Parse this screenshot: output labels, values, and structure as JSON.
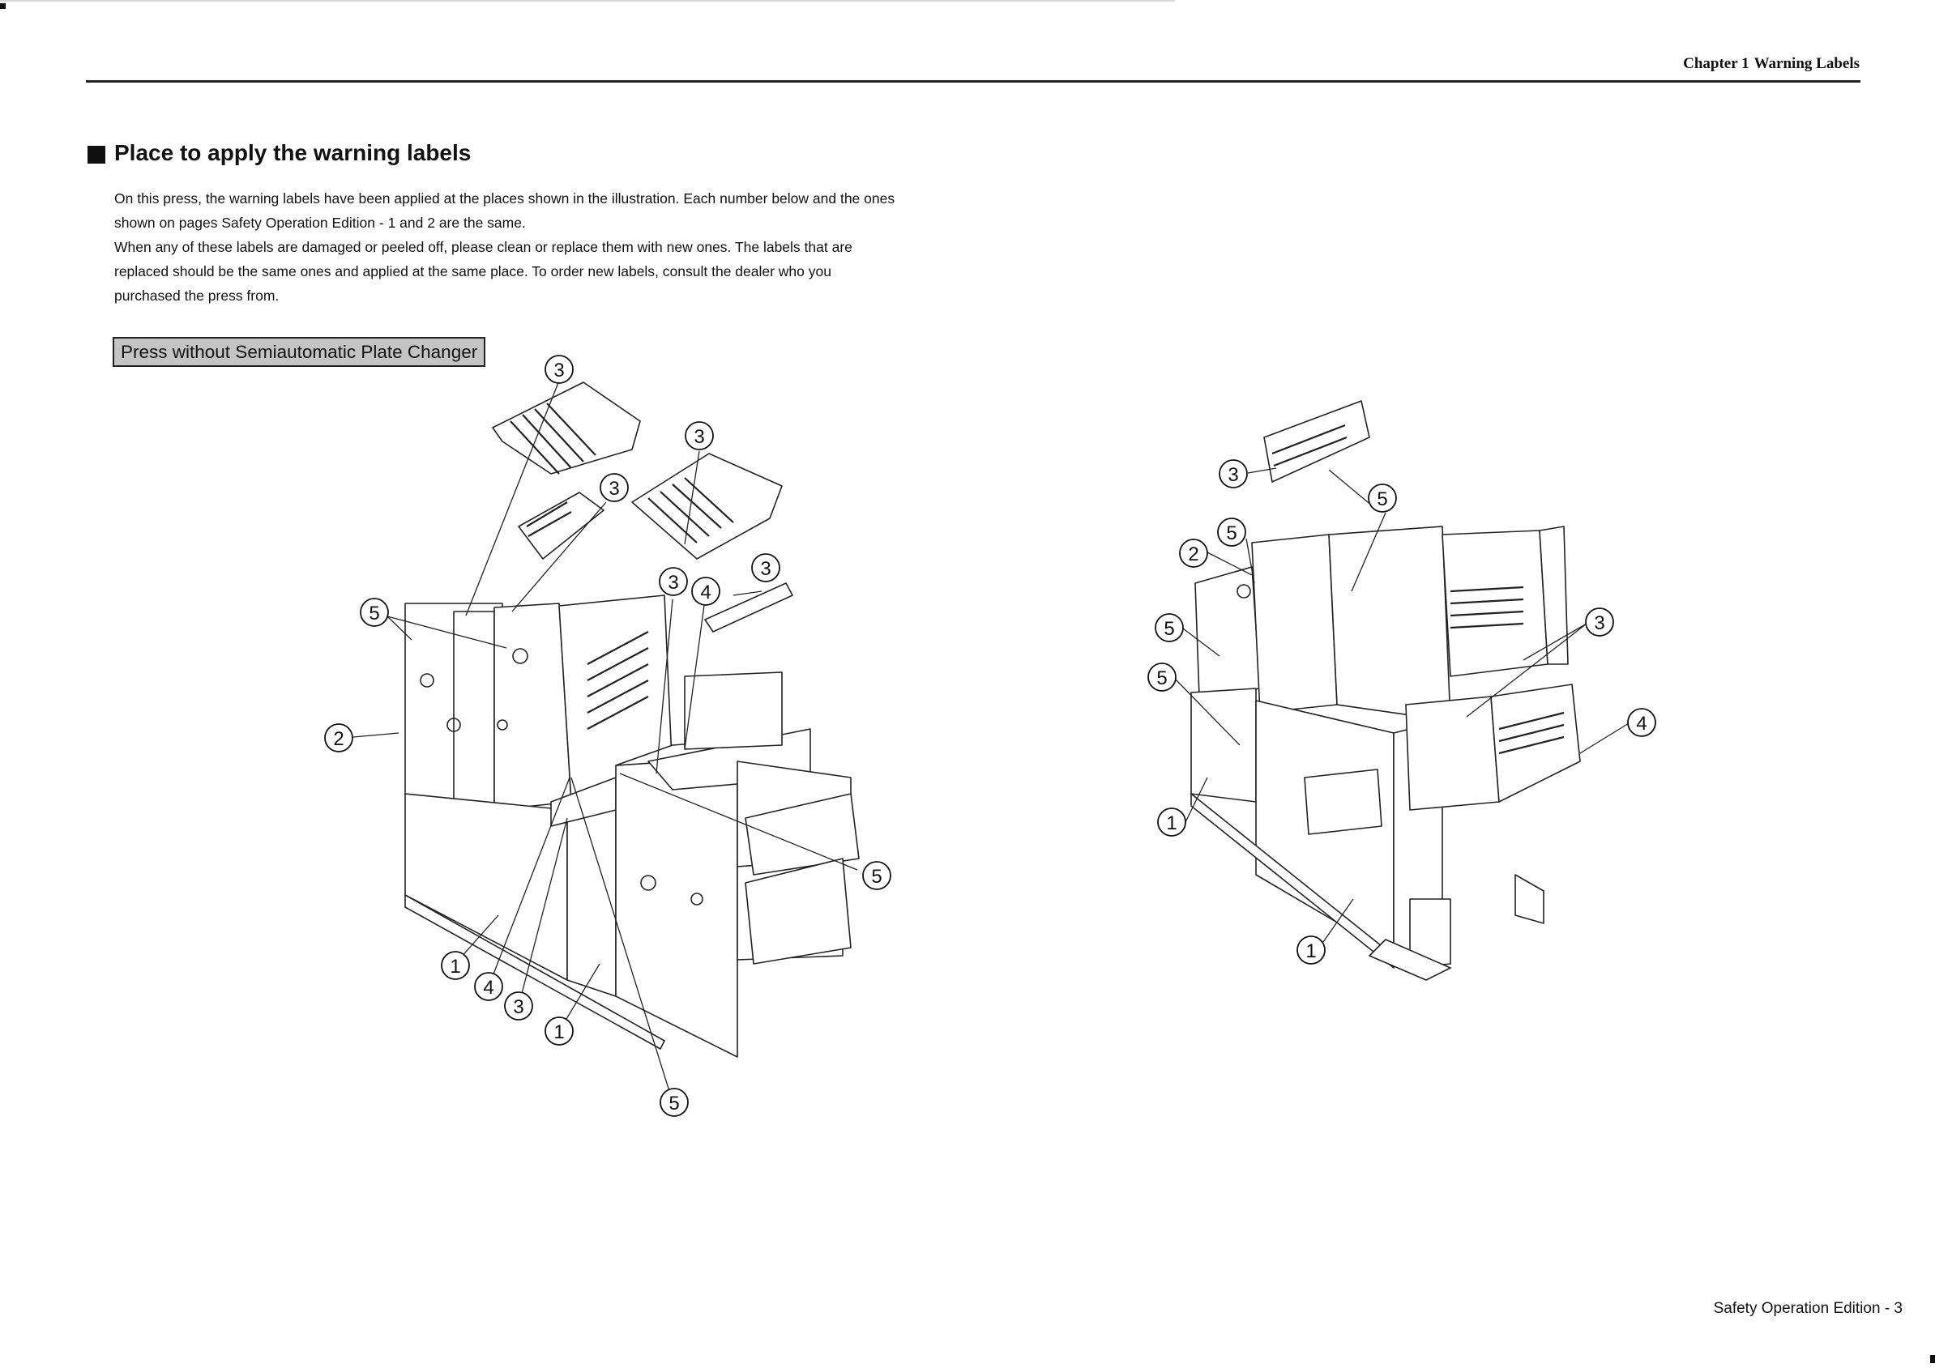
{
  "header": {
    "chapter": "Chapter 1",
    "section": "Warning Labels"
  },
  "section_title": "Place to apply the warning labels",
  "body": {
    "para1": "On this press, the warning labels have been applied at the places shown in the illustration. Each number below and the ones shown on pages Safety Operation Edition - 1 and 2 are the same.",
    "para2": "When any of these labels are damaged or peeled off, please clean or replace them with new ones. The labels that are replaced should be the same ones and applied at the same place. To order new labels, consult the dealer who you purchased the press from."
  },
  "figure_tag": "Press without Semiautomatic Plate Changer",
  "figure_left_callouts": [
    "3",
    "3",
    "3",
    "5",
    "3",
    "4",
    "3",
    "2",
    "5",
    "1",
    "4",
    "3",
    "1",
    "5"
  ],
  "figure_right_callouts": [
    "3",
    "5",
    "5",
    "2",
    "5",
    "3",
    "5",
    "4",
    "1",
    "1"
  ],
  "footer": "Safety Operation Edition - 3"
}
